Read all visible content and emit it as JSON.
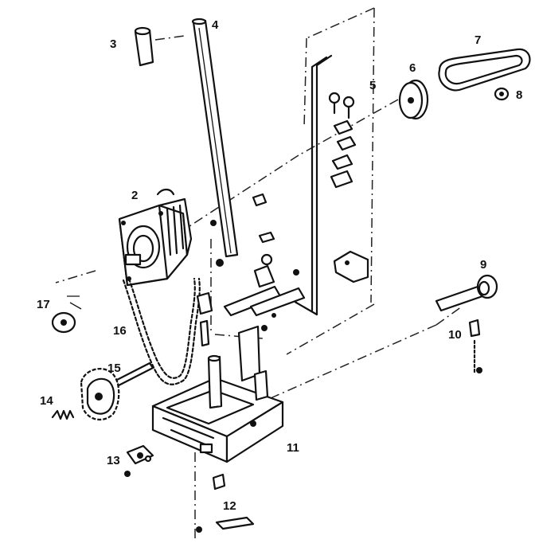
{
  "labels": {
    "p2": "2",
    "p3": "3",
    "p4": "4",
    "p5": "5",
    "p6": "6",
    "p7": "7",
    "p8": "8",
    "p9": "9",
    "p10": "10",
    "p11": "11",
    "p12": "12",
    "p13": "13",
    "p14": "14",
    "p15": "15",
    "p16": "16",
    "p17": "17"
  }
}
